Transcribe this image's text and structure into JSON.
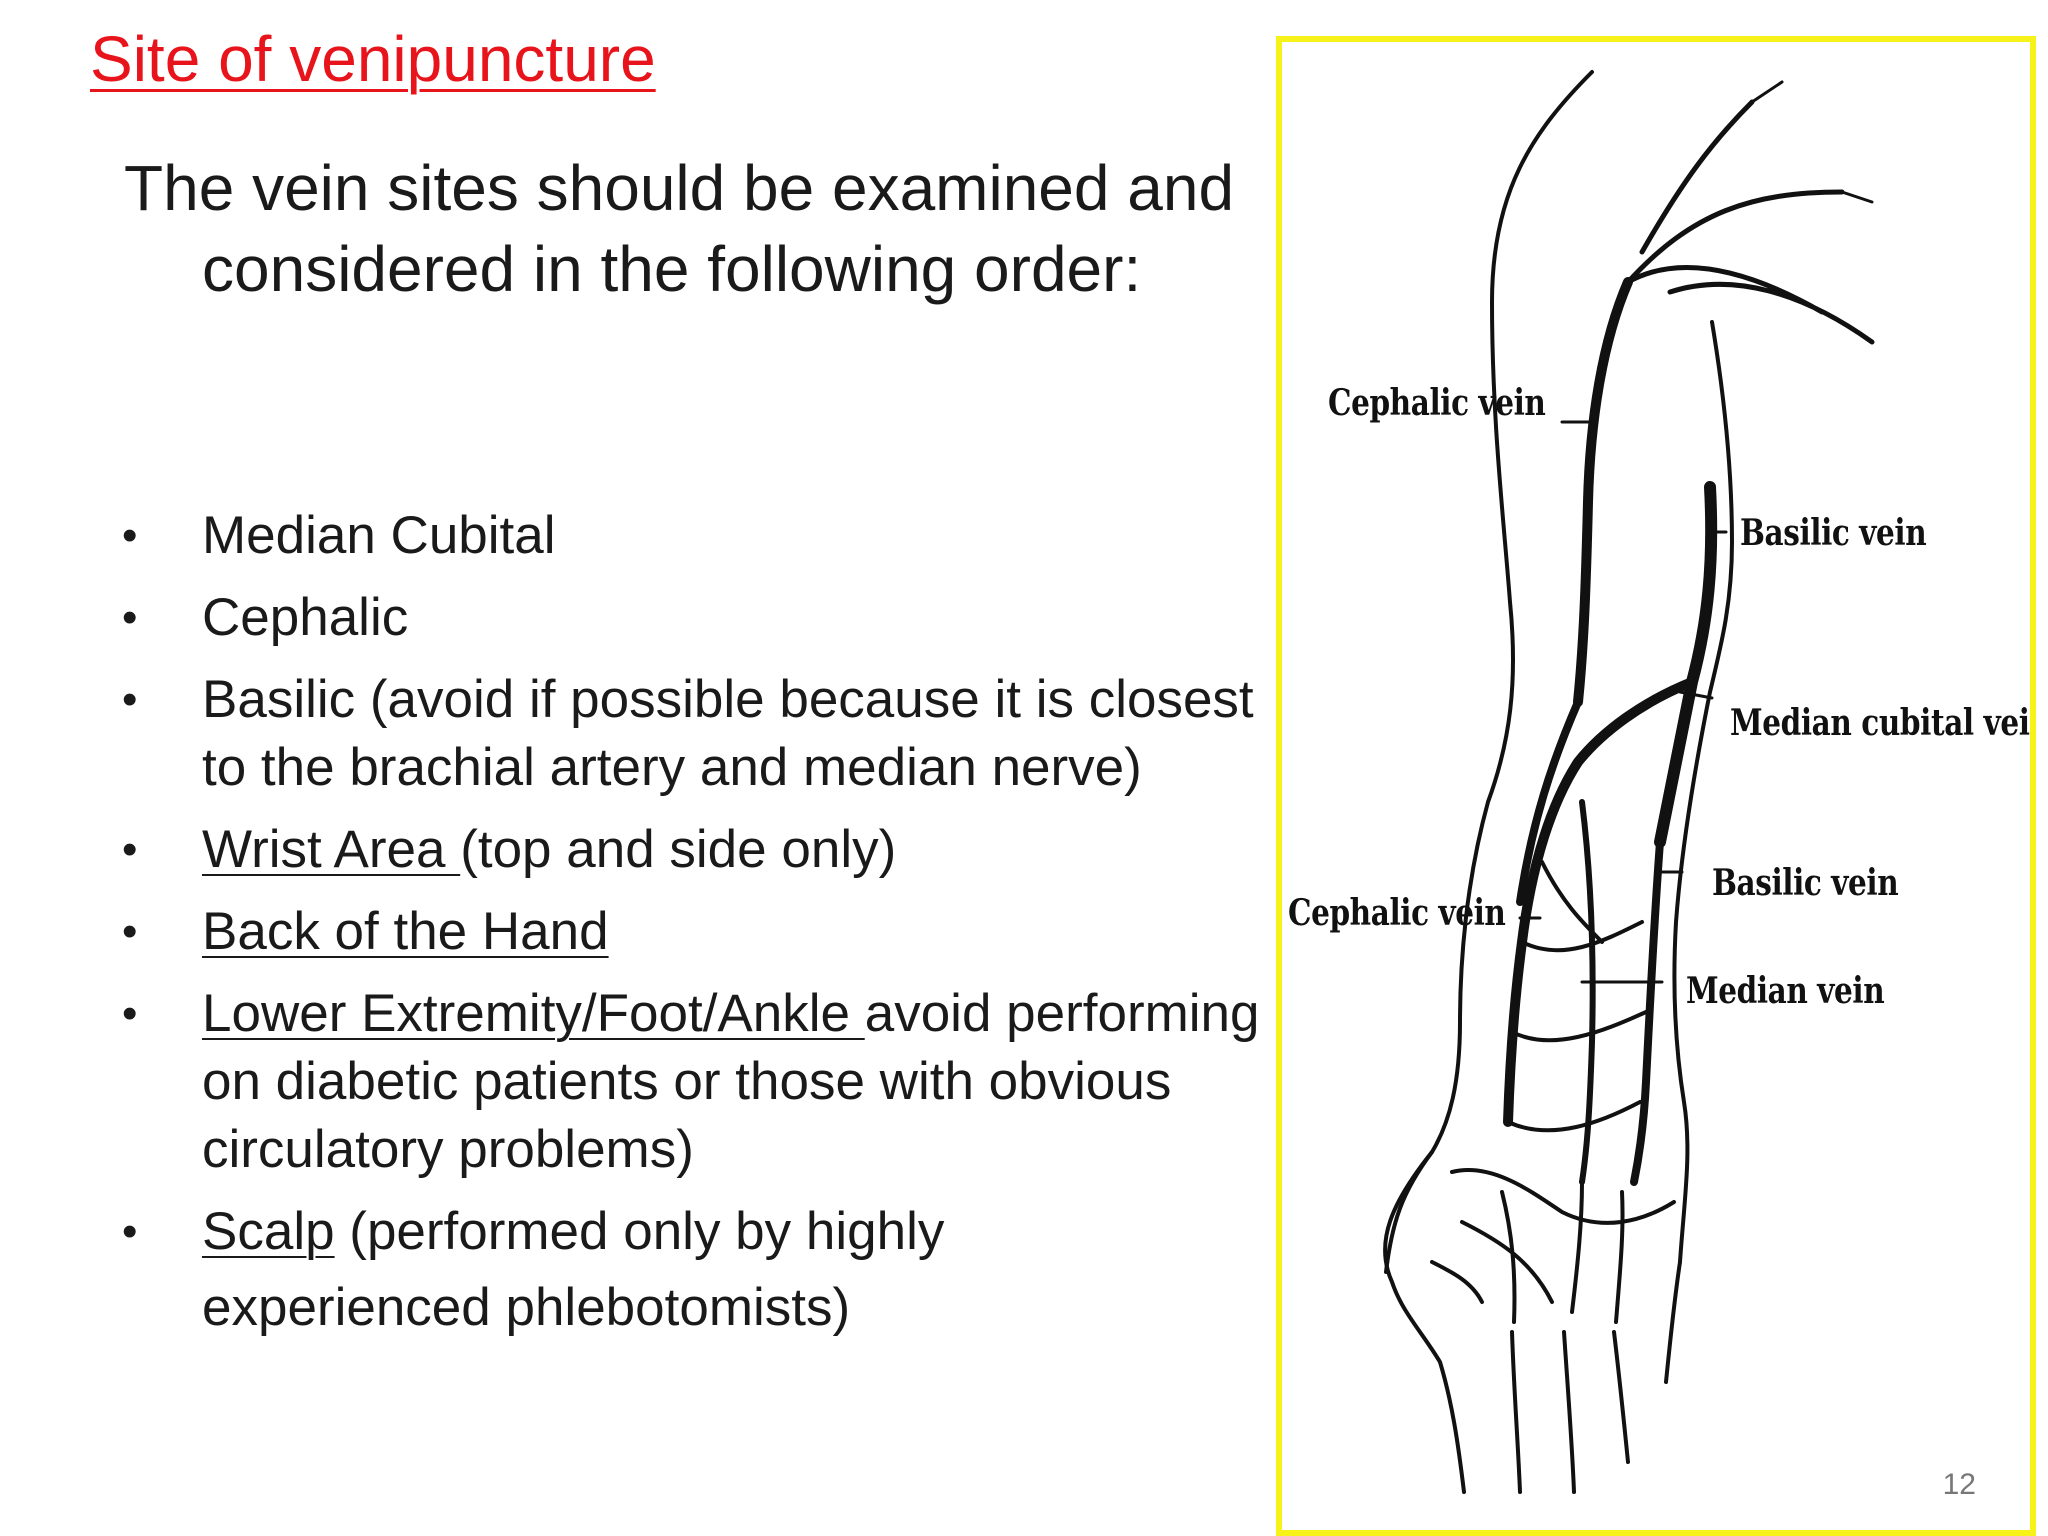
{
  "slide": {
    "title": "Site of venipuncture",
    "intro": "The vein sites should be examined and considered in the following order:",
    "bullets": [
      {
        "underlined": "",
        "text": "Median Cubital"
      },
      {
        "underlined": "",
        "text": "Cephalic"
      },
      {
        "underlined": "",
        "text": "Basilic (avoid if possible because it is closest to the brachial artery and median nerve)"
      },
      {
        "underlined": "Wrist Area ",
        "text": "(top and side only)"
      },
      {
        "underlined": "Back of the Hand",
        "text": ""
      },
      {
        "underlined": "Lower Extremity/Foot/Ankle ",
        "text": " avoid performing on diabetic patients or those with obvious circulatory problems)"
      },
      {
        "underlined": "Scalp",
        "text": " (performed only by highly",
        "text2": "experienced phlebotomists)"
      }
    ],
    "bullet_symbol": "•",
    "page_number": "12"
  },
  "figure": {
    "labels": {
      "cephalic_upper": "Cephalic vein",
      "basilic_upper": "Basilic vein",
      "median_cubital": "Median cubital vein",
      "basilic_lower": "Basilic vein",
      "cephalic_lower": "Cephalic vein",
      "median": "Median vein"
    },
    "frame_color": "#f6f21a"
  },
  "colors": {
    "title": "#e8141b",
    "text": "#1a1a1a",
    "page_number": "#777777"
  }
}
